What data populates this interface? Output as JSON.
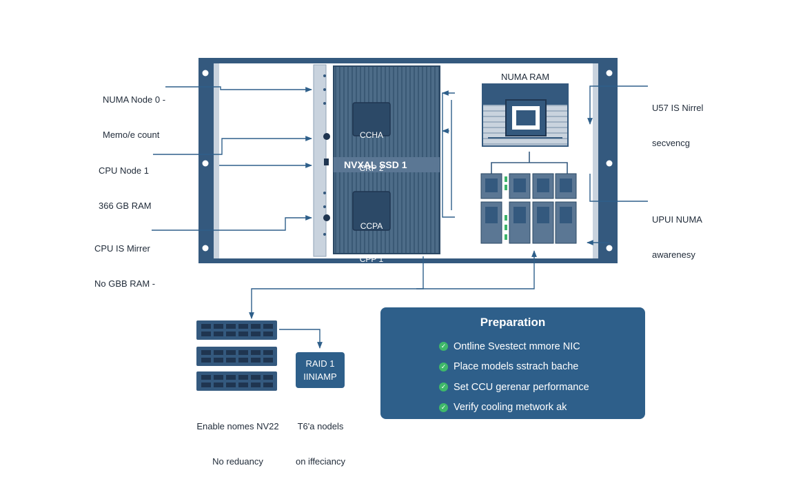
{
  "left_labels": [
    {
      "line1": "NUMA Node 0 -",
      "line2": "Memo/e count"
    },
    {
      "line1": "CPU Node 1",
      "line2": "366 GB RAM"
    },
    {
      "line1": "CPU IS Mirrer",
      "line2": "No GBB RAM -"
    }
  ],
  "right_labels": [
    {
      "line1": "U57 IS Nirrel",
      "line2": "secvencg"
    },
    {
      "line1": "UPUI NUMA",
      "line2": "awarenesy"
    }
  ],
  "cpu_top": {
    "line1": "CCHA",
    "line2": "CRP 2"
  },
  "cpu_bottom": {
    "line1": "CCPA",
    "line2": "CPP 1"
  },
  "ssd_label": "NVXAL SSD 1",
  "numa_ram_label": "NUMA RAM",
  "storage_caption": {
    "line1": "Enable nomes NV22",
    "line2": "No reduancy"
  },
  "raid": {
    "line1": "RAID 1",
    "line2": "IINIAMP"
  },
  "raid_caption": {
    "line1": "T6'a nodels",
    "line2": "on iffeciancy"
  },
  "preparation": {
    "title": "Preparation",
    "items": [
      "Ontline Svestect mmore NIC",
      "Place models sstrach bache",
      "Set CCU gerenar performance",
      "Verify cooling metwork ak"
    ]
  },
  "colors": {
    "chassis": "#34597e",
    "accent": "#2e5f8a",
    "heatsink": "#4a6a86",
    "check": "#3fb86a",
    "led": "#3cb46a"
  }
}
